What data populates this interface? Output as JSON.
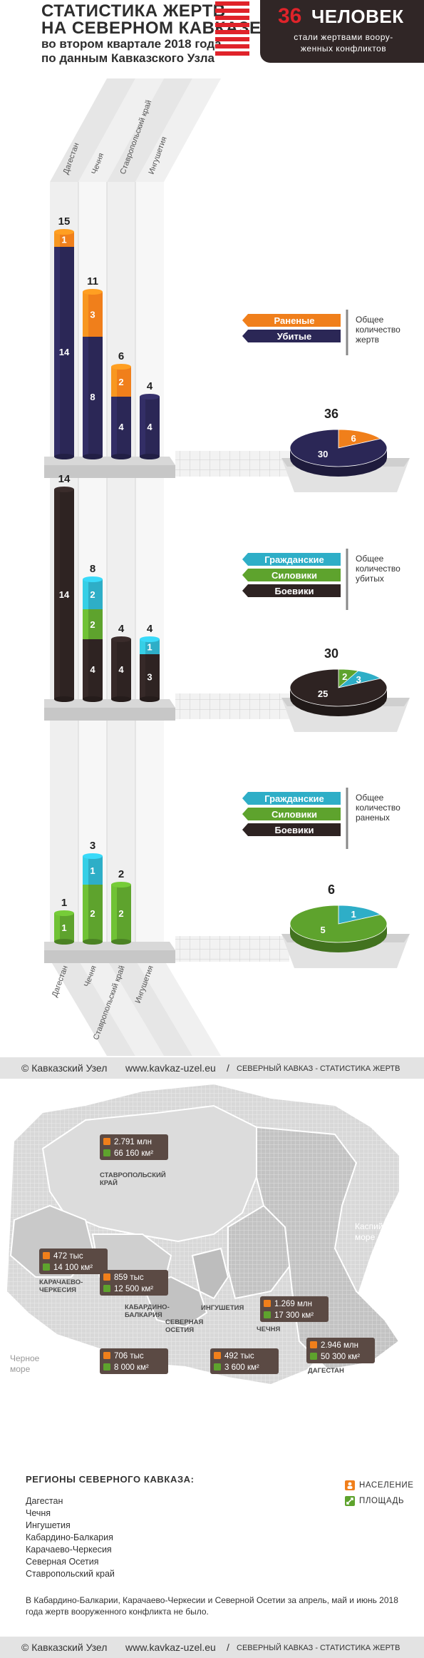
{
  "header": {
    "title_line1": "СТАТИСТИКА ЖЕРТВ",
    "title_line2": "НА СЕВЕРНОМ КАВКАЗЕ",
    "subtitle_line1": "во втором квартале 2018 года",
    "subtitle_line2": "по данным Кавказского Узла",
    "banner_number": "36",
    "banner_word": "ЧЕЛОВЕК",
    "banner_sub_line1": "стали жертвами воору-",
    "banner_sub_line2": "женных конфликтов",
    "accent_color": "#e0232a",
    "dark_color": "#302626"
  },
  "regions_axis": [
    "Дагестан",
    "Чечня",
    "Ставропольский край",
    "Ингушетия"
  ],
  "colors": {
    "wounded": "#f07f1b",
    "killed": "#2b2756",
    "civilians": "#2eaec7",
    "security": "#5ea32d",
    "militants": "#2e2322"
  },
  "chart_data": [
    {
      "type": "bar",
      "stacked": true,
      "categories": [
        "Дагестан",
        "Чечня",
        "Ставропольский край",
        "Ингушетия"
      ],
      "series": [
        {
          "name": "Убитые",
          "values": [
            14,
            8,
            4,
            4
          ],
          "color": "#2b2756"
        },
        {
          "name": "Раненые",
          "values": [
            1,
            3,
            2,
            0
          ],
          "color": "#f07f1b"
        }
      ],
      "totals": [
        15,
        11,
        6,
        4
      ],
      "pie": {
        "total": 36,
        "slices": [
          {
            "label": "Раненые",
            "value": 6
          },
          {
            "label": "Убитые",
            "value": 30
          }
        ]
      },
      "legend_note": "Общее количество жертв"
    },
    {
      "type": "bar",
      "stacked": true,
      "categories": [
        "Дагестан",
        "Чечня",
        "Ставропольский край",
        "Ингушетия"
      ],
      "series": [
        {
          "name": "Боевики",
          "values": [
            14,
            4,
            4,
            3
          ],
          "color": "#2e2322"
        },
        {
          "name": "Силовики",
          "values": [
            0,
            2,
            0,
            0
          ],
          "color": "#5ea32d"
        },
        {
          "name": "Гражданские",
          "values": [
            0,
            2,
            0,
            1
          ],
          "color": "#2eaec7"
        }
      ],
      "totals": [
        14,
        8,
        4,
        4
      ],
      "pie": {
        "total": 30,
        "slices": [
          {
            "label": "Силовики",
            "value": 2
          },
          {
            "label": "Гражданские",
            "value": 3
          },
          {
            "label": "Боевики",
            "value": 25
          }
        ]
      },
      "legend_note": "Общее количество убитых"
    },
    {
      "type": "bar",
      "stacked": true,
      "categories": [
        "Дагестан",
        "Чечня",
        "Ставропольский край",
        "Ингушетия"
      ],
      "series": [
        {
          "name": "Силовики",
          "values": [
            1,
            2,
            2,
            0
          ],
          "color": "#5ea32d"
        },
        {
          "name": "Гражданские",
          "values": [
            0,
            1,
            0,
            0
          ],
          "color": "#2eaec7"
        },
        {
          "name": "Боевики",
          "values": [
            0,
            0,
            0,
            0
          ],
          "color": "#2e2322"
        }
      ],
      "totals": [
        1,
        3,
        2,
        0
      ],
      "pie": {
        "total": 6,
        "slices": [
          {
            "label": "Гражданские",
            "value": 1
          },
          {
            "label": "Силовики",
            "value": 5
          }
        ]
      },
      "legend_note": "Общее количество раненых"
    }
  ],
  "legends": [
    {
      "items": [
        {
          "label": "Раненые",
          "color": "#f07f1b"
        },
        {
          "label": "Убитые",
          "color": "#2b2756"
        }
      ],
      "note_lines": [
        "Общее",
        "количество",
        "жертв"
      ]
    },
    {
      "items": [
        {
          "label": "Гражданские",
          "color": "#2eaec7"
        },
        {
          "label": "Силовики",
          "color": "#5ea32d"
        },
        {
          "label": "Боевики",
          "color": "#2e2322"
        }
      ],
      "note_lines": [
        "Общее",
        "количество",
        "убитых"
      ]
    },
    {
      "items": [
        {
          "label": "Гражданские",
          "color": "#2eaec7"
        },
        {
          "label": "Силовики",
          "color": "#5ea32d"
        },
        {
          "label": "Боевики",
          "color": "#2e2322"
        }
      ],
      "note_lines": [
        "Общее",
        "количество",
        "раненых"
      ]
    }
  ],
  "footer": {
    "left": "© Кавказский Узел",
    "url": "www.kavkaz-uzel.eu",
    "right": "СЕВЕРНЫЙ КАВКАЗ - СТАТИСТИКА ЖЕРТВ"
  },
  "map": {
    "seas": [
      {
        "name1": "Каспийское",
        "name2": "море"
      },
      {
        "name1": "Черное",
        "name2": "море"
      }
    ],
    "regions": [
      {
        "name": "СТАВРОПОЛЬСКИЙ",
        "name2": "КРАЙ",
        "population": "2.791 млн",
        "area": "66 160 км²"
      },
      {
        "name": "КАРАЧАЕВО-",
        "name2": "ЧЕРКЕСИЯ",
        "population": "472 тыс",
        "area": "14 100 км²"
      },
      {
        "name": "КАБАРДИНО-",
        "name2": "БАЛКАРИЯ",
        "population": "859 тыс",
        "area": "12 500 км²"
      },
      {
        "name": "ИНГУШЕТИЯ",
        "name2": "",
        "population": "492 тыс",
        "area": "3 600 км²"
      },
      {
        "name": "ЧЕЧНЯ",
        "name2": "",
        "population": "1.269 млн",
        "area": "17 300 км²"
      },
      {
        "name": "СЕВЕРНАЯ",
        "name2": "ОСЕТИЯ",
        "population": "706 тыс",
        "area": "8 000 км²"
      },
      {
        "name": "ДАГЕСТАН",
        "name2": "",
        "population": "2.946 млн",
        "area": "50 300 км²"
      }
    ]
  },
  "legend_block": {
    "heading": "РЕГИОНЫ СЕВЕРНОГО КАВКАЗА:",
    "items": [
      "Дагестан",
      "Чечня",
      "Ингушетия",
      "Кабардино-Балкария",
      "Карачаево-Черкесия",
      "Северная Осетия",
      "Ставропольский край"
    ],
    "key_population": "НАСЕЛЕНИЕ",
    "key_area": "ПЛОЩАДЬ",
    "note": "В Кабардино-Балкарии, Карачаево-Черкесии и Северной Осетии за апрель, май и июнь 2018 года жертв вооруженного конфликта не было."
  }
}
